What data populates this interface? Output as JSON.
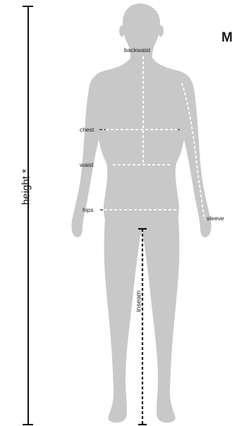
{
  "heading_fragment": "M",
  "labels": {
    "height": "height *",
    "backwaist": "backwaist",
    "chest": "chest",
    "waist": "waist",
    "hips": "hips",
    "sleeve": "sleeve",
    "inseam": "inseam"
  },
  "colors": {
    "figure": "#c8c8c8",
    "lines": "#ffffff",
    "inseam_line": "#111111",
    "ruler": "#111111"
  }
}
